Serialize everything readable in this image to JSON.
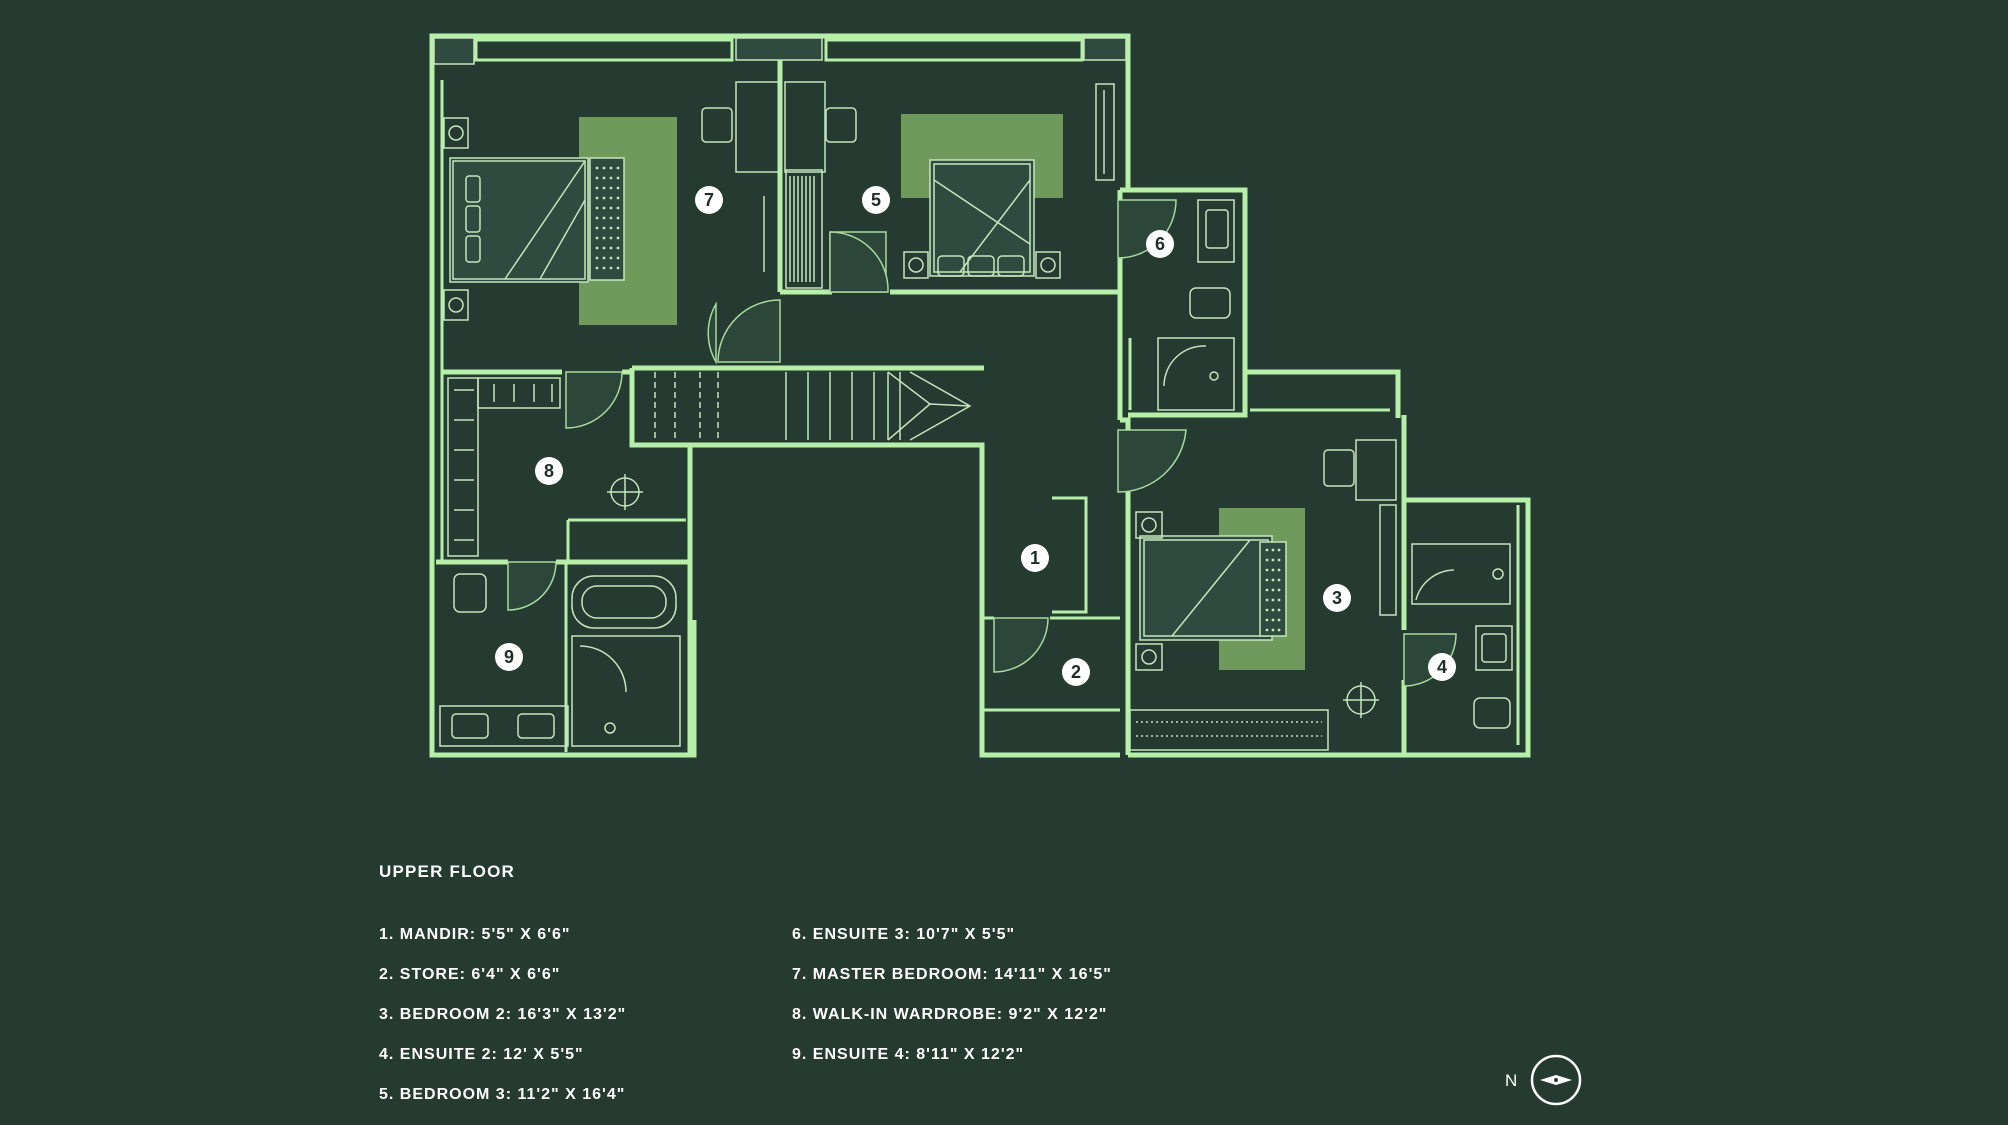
{
  "floor_title": "UPPER FLOOR",
  "room_markers": [
    {
      "number": "1"
    },
    {
      "number": "2"
    },
    {
      "number": "3"
    },
    {
      "number": "4"
    },
    {
      "number": "5"
    },
    {
      "number": "6"
    },
    {
      "number": "7"
    },
    {
      "number": "8"
    },
    {
      "number": "9"
    }
  ],
  "legend": {
    "left": [
      "1. MANDIR: 5'5\" X 6'6\"",
      "2. STORE: 6'4\" X 6'6\"",
      "3. BEDROOM 2: 16'3\" X 13'2\"",
      "4. ENSUITE 2: 12' X 5'5\"",
      "5. BEDROOM 3: 11'2\" X 16'4\""
    ],
    "right": [
      "6. ENSUITE 3: 10'7\" X 5'5\"",
      "7. MASTER BEDROOM: 14'11\" X 16'5\"",
      "8. WALK-IN WARDROBE: 9'2\" X 12'2\"",
      "9. ENSUITE 4: 8'11\" X 12'2\""
    ]
  },
  "compass": {
    "label": "N"
  },
  "colors": {
    "background": "#253a31",
    "wall": "#b6f0a8",
    "rug": "#6f9a5c",
    "marker": "#ffffff"
  }
}
